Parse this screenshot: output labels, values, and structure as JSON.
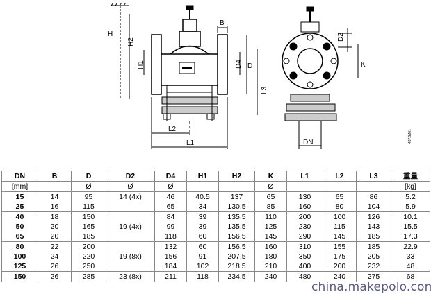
{
  "drawing": {
    "labels": {
      "H": "H",
      "H1": "H1",
      "H2": "H2",
      "B": "B",
      "L1": "L1",
      "L2": "L2",
      "L3": "L3",
      "D": "D",
      "D2": "D2",
      "D4": "D4",
      "K": "K",
      "DN": "DN",
      "ref": "4372M01"
    }
  },
  "table": {
    "headers": [
      "DN",
      "B",
      "D",
      "D2",
      "D4",
      "H1",
      "H2",
      "K",
      "L1",
      "L2",
      "L3",
      "重量"
    ],
    "subheaders": [
      "[mm]",
      "",
      "Ø",
      "Ø",
      "Ø",
      "",
      "",
      "Ø",
      "",
      "",
      "",
      "[kg]"
    ],
    "rows": [
      [
        "15",
        "14",
        "95",
        "14 (4x)",
        "46",
        "40.5",
        "137",
        "65",
        "130",
        "65",
        "86",
        "5.2"
      ],
      [
        "25",
        "16",
        "115",
        "",
        "65",
        "34",
        "130.5",
        "85",
        "160",
        "80",
        "104",
        "5.9"
      ],
      [
        "40",
        "18",
        "150",
        "",
        "84",
        "39",
        "135.5",
        "110",
        "200",
        "100",
        "126",
        "10.1"
      ],
      [
        "50",
        "20",
        "165",
        "19 (4x)",
        "99",
        "39",
        "135.5",
        "125",
        "230",
        "115",
        "143",
        "15.5"
      ],
      [
        "65",
        "20",
        "185",
        "",
        "118",
        "60",
        "156.5",
        "145",
        "290",
        "145",
        "185",
        "17.3"
      ],
      [
        "80",
        "22",
        "200",
        "",
        "132",
        "60",
        "156.5",
        "160",
        "310",
        "155",
        "185",
        "22.9"
      ],
      [
        "100",
        "24",
        "220",
        "19 (8x)",
        "156",
        "91",
        "207.5",
        "180",
        "350",
        "175",
        "205",
        "33"
      ],
      [
        "125",
        "26",
        "250",
        "",
        "184",
        "102",
        "218.5",
        "210",
        "400",
        "200",
        "232",
        "48"
      ],
      [
        "150",
        "26",
        "285",
        "23 (8x)",
        "211",
        "118",
        "234.5",
        "240",
        "480",
        "240",
        "275",
        "68"
      ]
    ]
  },
  "watermark": "china.makepolo.com"
}
